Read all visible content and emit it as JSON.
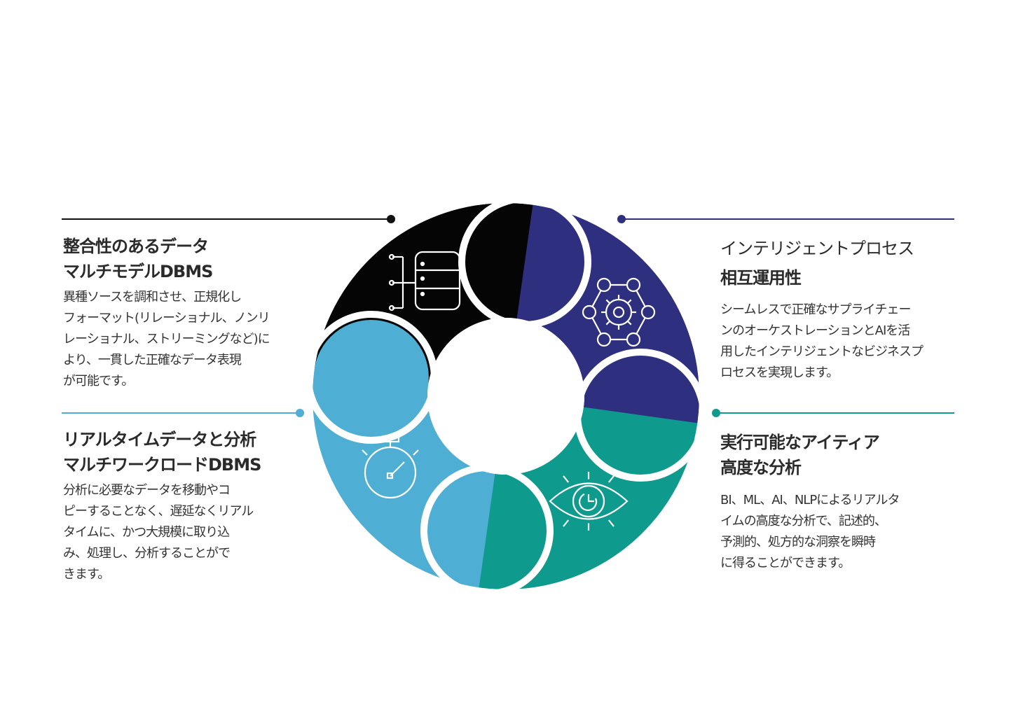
{
  "colors": {
    "black": "#050505",
    "navy": "#2e2f7f",
    "teal": "#0f9a8e",
    "lightblue": "#4eaed4"
  },
  "sections": [
    {
      "id": "consistent-data",
      "icon": "database-icon",
      "title": [
        "整合性のあるデータ",
        "マルチモデルDBMS"
      ],
      "body": [
        "異種ソースを調和させ、正規化し",
        "フォーマット(リレーショナル、ノンリ",
        "レーショナル、ストリーミングなど)に",
        "より、一貫した正確なデータ表現",
        "が可能です。"
      ]
    },
    {
      "id": "intelligent-process",
      "icon": "gear-network-icon",
      "title": [
        "インテリジェントプロセス",
        "相互運用性"
      ],
      "body": [
        "シームレスで正確なサプライチェー",
        "ンのオーケストレーションとAIを活",
        "用したインテリジェントなビジネスプ",
        "ロセスを実現します。"
      ]
    },
    {
      "id": "realtime-data",
      "icon": "stopwatch-icon",
      "title": [
        "リアルタイムデータと分析",
        "マルチワークロードDBMS"
      ],
      "body": [
        "分析に必要なデータを移動やコ",
        "ピーすることなく、遅延なくリアル",
        "タイムに、かつ大規模に取り込",
        "み、処理し、分析することがで",
        "きます。"
      ]
    },
    {
      "id": "actionable-insight",
      "icon": "eye-icon",
      "title": [
        "実行可能なアイティア",
        "高度な分析"
      ],
      "body": [
        "BI、ML、AI、NLPによるリアルタ",
        "イムの高度な分析で、記述的、",
        "予測的、処方的な洞察を瞬時",
        "に得ることができます。"
      ]
    }
  ]
}
